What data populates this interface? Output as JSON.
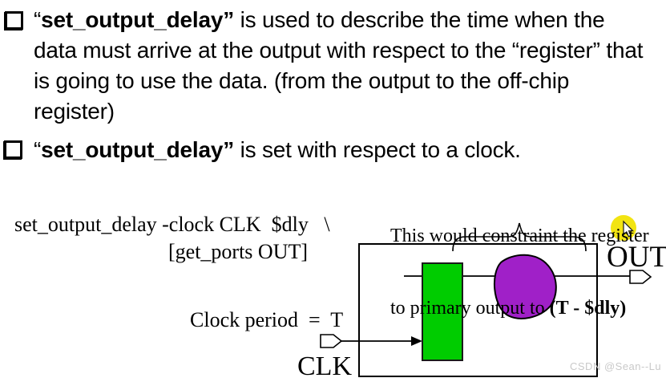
{
  "colors": {
    "register_green": "#00cc00",
    "logic_cloud_purple": "#a020c8",
    "highlight_yellow": "#f2e412",
    "watermark_gray": "#c9c9c9",
    "text_black": "#000000"
  },
  "bullets": [
    {
      "open_quote": "“",
      "command": "set_output_delay",
      "close_quote": "”",
      "text": " is used to describe the time when the data must arrive at the output with respect to the “register” that is going to use the data. (from the output to the off-chip register)"
    },
    {
      "open_quote": "“",
      "command": "set_output_delay",
      "close_quote": "”",
      "text": " is set with respect to a clock."
    }
  ],
  "code": {
    "line1": "set_output_delay -clock CLK  $dly   \\",
    "line2": "[get_ports OUT]"
  },
  "annotation": {
    "line1": "This would constraint the register",
    "line2_prefix": "to primary output to ",
    "line2_bold": "(T - $dly)"
  },
  "diagram": {
    "clock_period_label": "Clock period  =  T",
    "clk_label": "CLK",
    "out_label": "OUT"
  },
  "watermark": "CSDN @Sean--Lu"
}
